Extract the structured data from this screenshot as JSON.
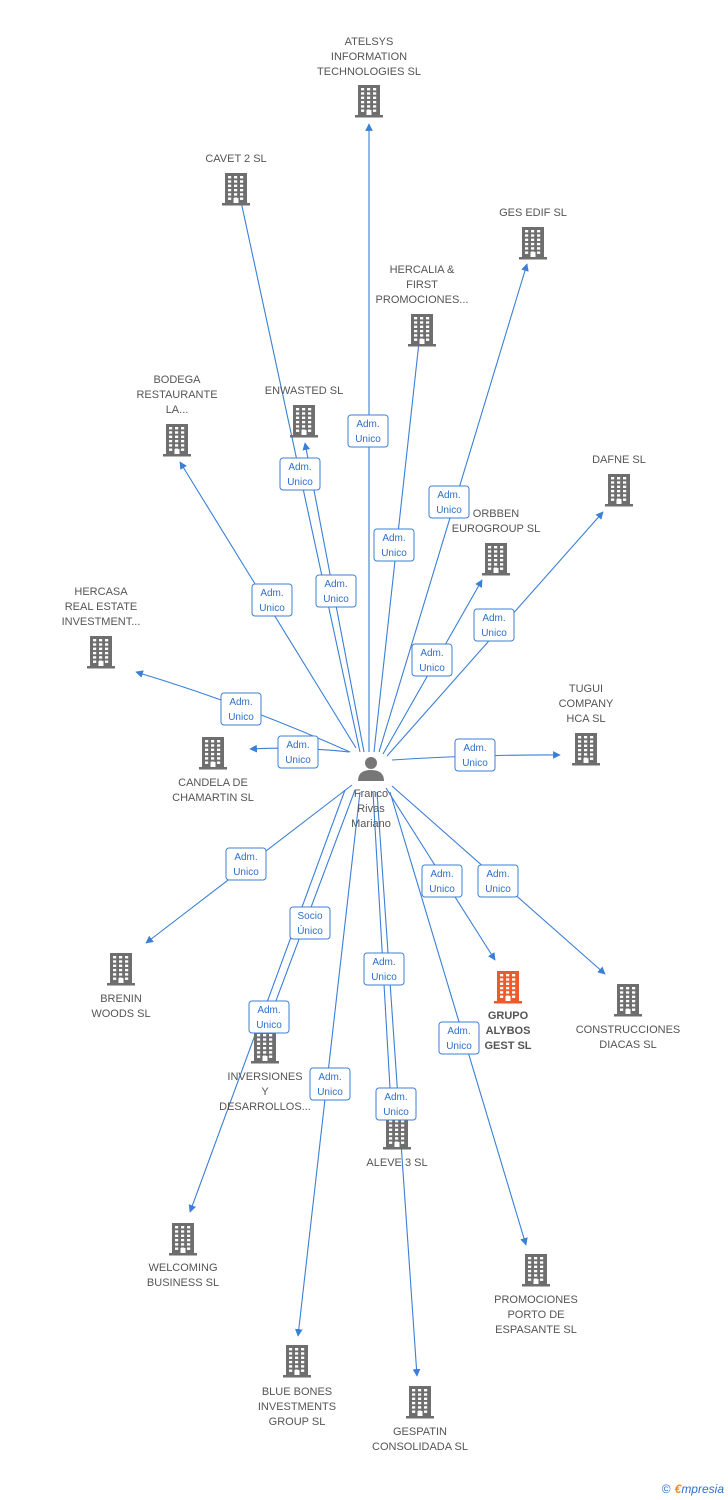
{
  "colors": {
    "edge": "#3b7fd6",
    "building": "#6e6e6e",
    "highlight": "#f05a28",
    "person": "#777777",
    "label": "#555555"
  },
  "center": {
    "name": [
      "Franco",
      "Rivas",
      "Mariano"
    ]
  },
  "companies": [
    {
      "id": "atelsys",
      "label": [
        "ATELSYS",
        "INFORMATION",
        "TECHNOLOGIES SL"
      ]
    },
    {
      "id": "cavet",
      "label": [
        "CAVET 2 SL"
      ]
    },
    {
      "id": "gesedif",
      "label": [
        "GES EDIF SL"
      ]
    },
    {
      "id": "hercalia",
      "label": [
        "HERCALIA &",
        "FIRST",
        "PROMOCIONES..."
      ]
    },
    {
      "id": "bodega",
      "label": [
        "BODEGA",
        "RESTAURANTE",
        "LA..."
      ]
    },
    {
      "id": "enwasted",
      "label": [
        "ENWASTED SL"
      ]
    },
    {
      "id": "dafne",
      "label": [
        "DAFNE SL"
      ]
    },
    {
      "id": "orbben",
      "label": [
        "ORBBEN",
        "EUROGROUP SL"
      ]
    },
    {
      "id": "hercasa",
      "label": [
        "HERCASA",
        "REAL ESTATE",
        "INVESTMENT..."
      ]
    },
    {
      "id": "tugui",
      "label": [
        "TUGUI",
        "COMPANY",
        "HCA SL"
      ]
    },
    {
      "id": "candela",
      "label": [
        "CANDELA DE",
        "CHAMARTIN SL"
      ]
    },
    {
      "id": "brenin",
      "label": [
        "BRENIN",
        "WOODS SL"
      ]
    },
    {
      "id": "grupo",
      "label": [
        "GRUPO",
        "ALYBOS",
        "GEST SL"
      ],
      "highlight": true
    },
    {
      "id": "construcciones",
      "label": [
        "CONSTRUCCIONES",
        "DIACAS SL"
      ]
    },
    {
      "id": "inversiones",
      "label": [
        "INVERSIONES",
        "Y",
        "DESARROLLOS..."
      ]
    },
    {
      "id": "aleve",
      "label": [
        "ALEVE 3 SL"
      ]
    },
    {
      "id": "welcoming",
      "label": [
        "WELCOMING",
        "BUSINESS SL"
      ]
    },
    {
      "id": "promociones",
      "label": [
        "PROMOCIONES",
        "PORTO DE",
        "ESPASANTE SL"
      ]
    },
    {
      "id": "bluebones",
      "label": [
        "BLUE BONES",
        "INVESTMENTS",
        "GROUP SL"
      ]
    },
    {
      "id": "gespatin",
      "label": [
        "GESPATIN",
        "CONSOLIDADA SL"
      ]
    }
  ],
  "relations": [
    {
      "to": "atelsys",
      "label": [
        "Adm.",
        "Unico"
      ]
    },
    {
      "to": "cavet",
      "label": [
        "Adm.",
        "Unico"
      ]
    },
    {
      "to": "enwasted",
      "label": [
        "Adm.",
        "Unico"
      ]
    },
    {
      "to": "hercalia",
      "label": [
        "Adm.",
        "Unico"
      ]
    },
    {
      "to": "gesedif",
      "label": [
        "Adm.",
        "Unico"
      ]
    },
    {
      "to": "bodega",
      "label": [
        "Adm.",
        "Unico"
      ]
    },
    {
      "to": "orbben",
      "label": [
        "Adm.",
        "Unico"
      ]
    },
    {
      "to": "dafne",
      "label": [
        "Adm.",
        "Unico"
      ]
    },
    {
      "to": "hercasa",
      "label": [
        "Adm.",
        "Unico"
      ]
    },
    {
      "to": "candela",
      "label": [
        "Adm.",
        "Unico"
      ]
    },
    {
      "to": "tugui",
      "label": [
        "Adm.",
        "Unico"
      ]
    },
    {
      "to": "brenin",
      "label": [
        "Adm.",
        "Unico"
      ]
    },
    {
      "to": "grupo",
      "label": [
        "Adm.",
        "Unico"
      ]
    },
    {
      "to": "construcciones",
      "label": [
        "Adm.",
        "Unico"
      ]
    },
    {
      "to": "inversiones",
      "label": [
        "Socio",
        "Único"
      ]
    },
    {
      "to": "aleve",
      "label": [
        "Adm.",
        "Unico"
      ]
    },
    {
      "to": "welcoming",
      "label": [
        "Adm.",
        "Unico"
      ]
    },
    {
      "to": "bluebones",
      "label": [
        "Adm.",
        "Unico"
      ]
    },
    {
      "to": "gespatin",
      "label": [
        "Adm.",
        "Unico"
      ]
    },
    {
      "to": "promociones",
      "label": [
        "Adm.",
        "Unico"
      ]
    }
  ],
  "footer": {
    "copyright": "©",
    "brand_e": "€",
    "brand_rest": "mpresia"
  }
}
